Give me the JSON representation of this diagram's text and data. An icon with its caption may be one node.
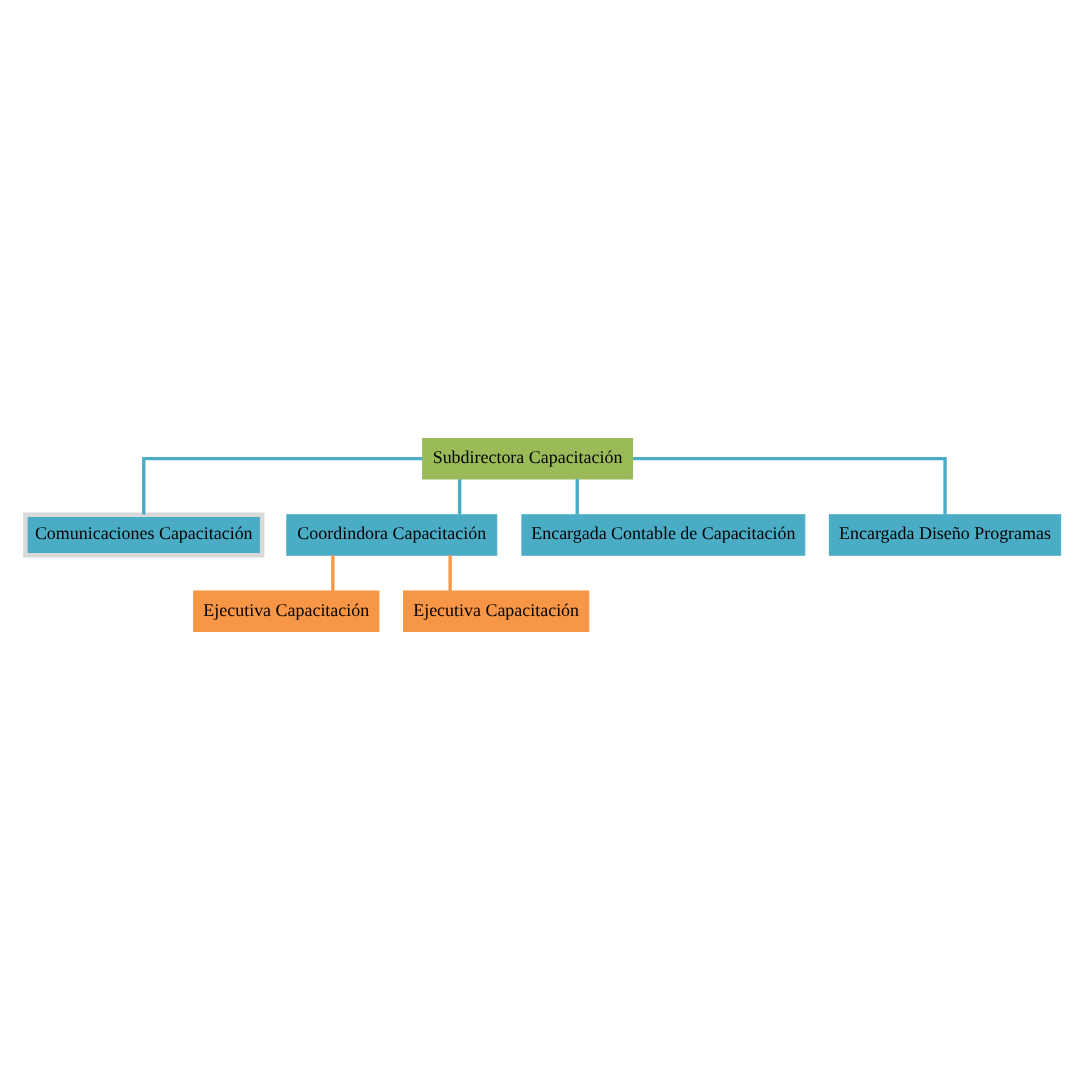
{
  "diagram": {
    "nodes": [
      {
        "text": [
          "Subdirectora Capacitación"
        ]
      },
      {
        "text": [
          "Comunicaciones Capacitación"
        ]
      },
      {
        "text": [
          "Coordindora Capacitación"
        ]
      },
      {
        "text": [
          "Encargada Contable de Capacitación"
        ]
      },
      {
        "text": [
          "Encargada Diseño Programas"
        ]
      },
      {
        "text": [
          "Ejecutiva Capacitación"
        ]
      },
      {
        "text": [
          "Ejecutiva Capacitación"
        ]
      }
    ],
    "edges": [
      {
        "from": 0,
        "to": 1,
        "arrow": "none"
      },
      {
        "from": 0,
        "to": 2,
        "arrow": "none"
      },
      {
        "from": 0,
        "to": 3,
        "arrow": "none"
      },
      {
        "from": 0,
        "to": 4,
        "arrow": "none"
      },
      {
        "from": 2,
        "to": 5,
        "arrow": "none",
        "color": "#f79646"
      },
      {
        "from": 2,
        "to": 6,
        "arrow": "none",
        "color": "#f79646"
      }
    ]
  }
}
